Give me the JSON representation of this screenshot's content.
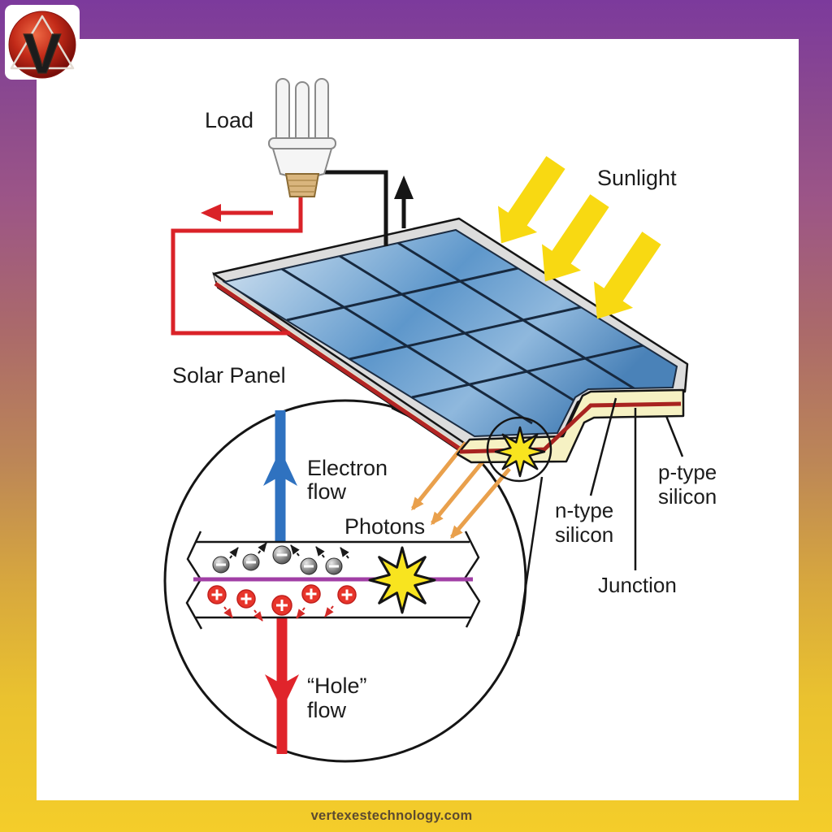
{
  "logo": {
    "letter": "V"
  },
  "labels": {
    "load": "Load",
    "sunlight": "Sunlight",
    "solar_panel": "Solar Panel",
    "electron_flow_1": "Electron",
    "electron_flow_2": "flow",
    "photons": "Photons",
    "hole_flow_1": "“Hole”",
    "hole_flow_2": "flow",
    "n_type_1": "n-type",
    "n_type_2": "silicon",
    "p_type_1": "p-type",
    "p_type_2": "silicon",
    "junction": "Junction"
  },
  "footer": {
    "url": "vertexestechnology.com"
  },
  "diagram": {
    "panel_grid": {
      "rows": 4,
      "cols": 4
    },
    "sunlight_arrows": 3,
    "photon_arrows": 3,
    "electrons": 5,
    "holes": 5
  },
  "colors": {
    "border_top": "#7c3a9c",
    "border_bottom": "#f4cd2a",
    "panel_blue": "#5e97cb",
    "frame_gray": "#dcdcdc",
    "silicon_cream": "#f6f1c3",
    "junction_red": "#a82320",
    "junction_purple": "#a13fa5",
    "electron_blue": "#2f72c0",
    "hole_red": "#e0242b",
    "wire_red": "#da2228",
    "wire_black": "#151515",
    "sunlight_yellow": "#f8d912",
    "photon_orange": "#e9a04c",
    "starburst_yellow": "#f8e41f",
    "url_text": "#5c4a30"
  },
  "icons": {
    "logo": "v-triangle-logo",
    "load": "cfl-bulb-icon",
    "sunlight": "thick-down-left-arrow-icon",
    "impact": "starburst-icon",
    "inset": "magnifier-circle-icon"
  }
}
